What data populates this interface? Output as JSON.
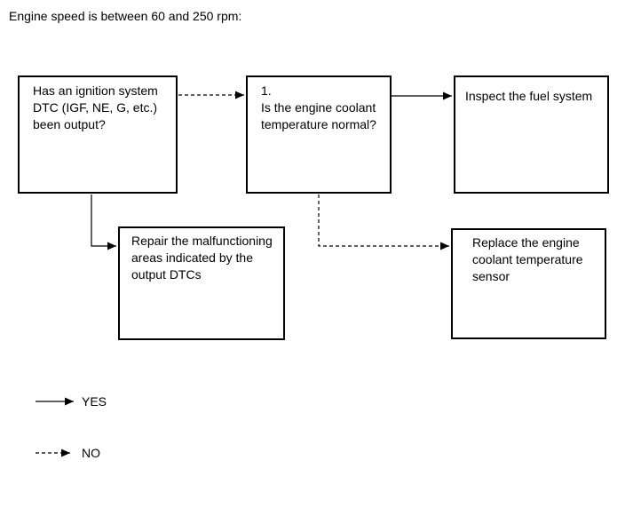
{
  "title": "Engine speed is between 60 and 250 rpm:",
  "flowchart": {
    "boxes": [
      {
        "name": "ignition-dtc-question",
        "text": "Has an ignition system\nDTC (IGF, NE, G, etc.)\nbeen output?"
      },
      {
        "name": "coolant-temperature-question",
        "text": "1.\nIs the engine coolant\ntemperature normal?"
      },
      {
        "name": "inspect-fuel-system",
        "text": "Inspect the fuel system"
      },
      {
        "name": "repair-output-dtcs",
        "text": "Repair the malfunctioning\nareas indicated by the\noutput DTCs"
      },
      {
        "name": "replace-coolant-sensor",
        "text": "Replace the engine\ncoolant temperature\nsensor"
      }
    ],
    "connections": [
      {
        "from": "ignition-dtc-question",
        "to": "coolant-temperature-question",
        "answer": "NO",
        "style": "dashed"
      },
      {
        "from": "coolant-temperature-question",
        "to": "inspect-fuel-system",
        "answer": "YES",
        "style": "solid"
      },
      {
        "from": "ignition-dtc-question",
        "to": "repair-output-dtcs",
        "answer": "YES",
        "style": "solid"
      },
      {
        "from": "coolant-temperature-question",
        "to": "replace-coolant-sensor",
        "answer": "NO",
        "style": "dashed"
      }
    ]
  },
  "legend": {
    "yes_label": "YES",
    "yes_style": "solid",
    "no_label": "NO",
    "no_style": "dashed"
  },
  "colors": {
    "line": "#000000",
    "text": "#000000",
    "background": "#ffffff"
  }
}
